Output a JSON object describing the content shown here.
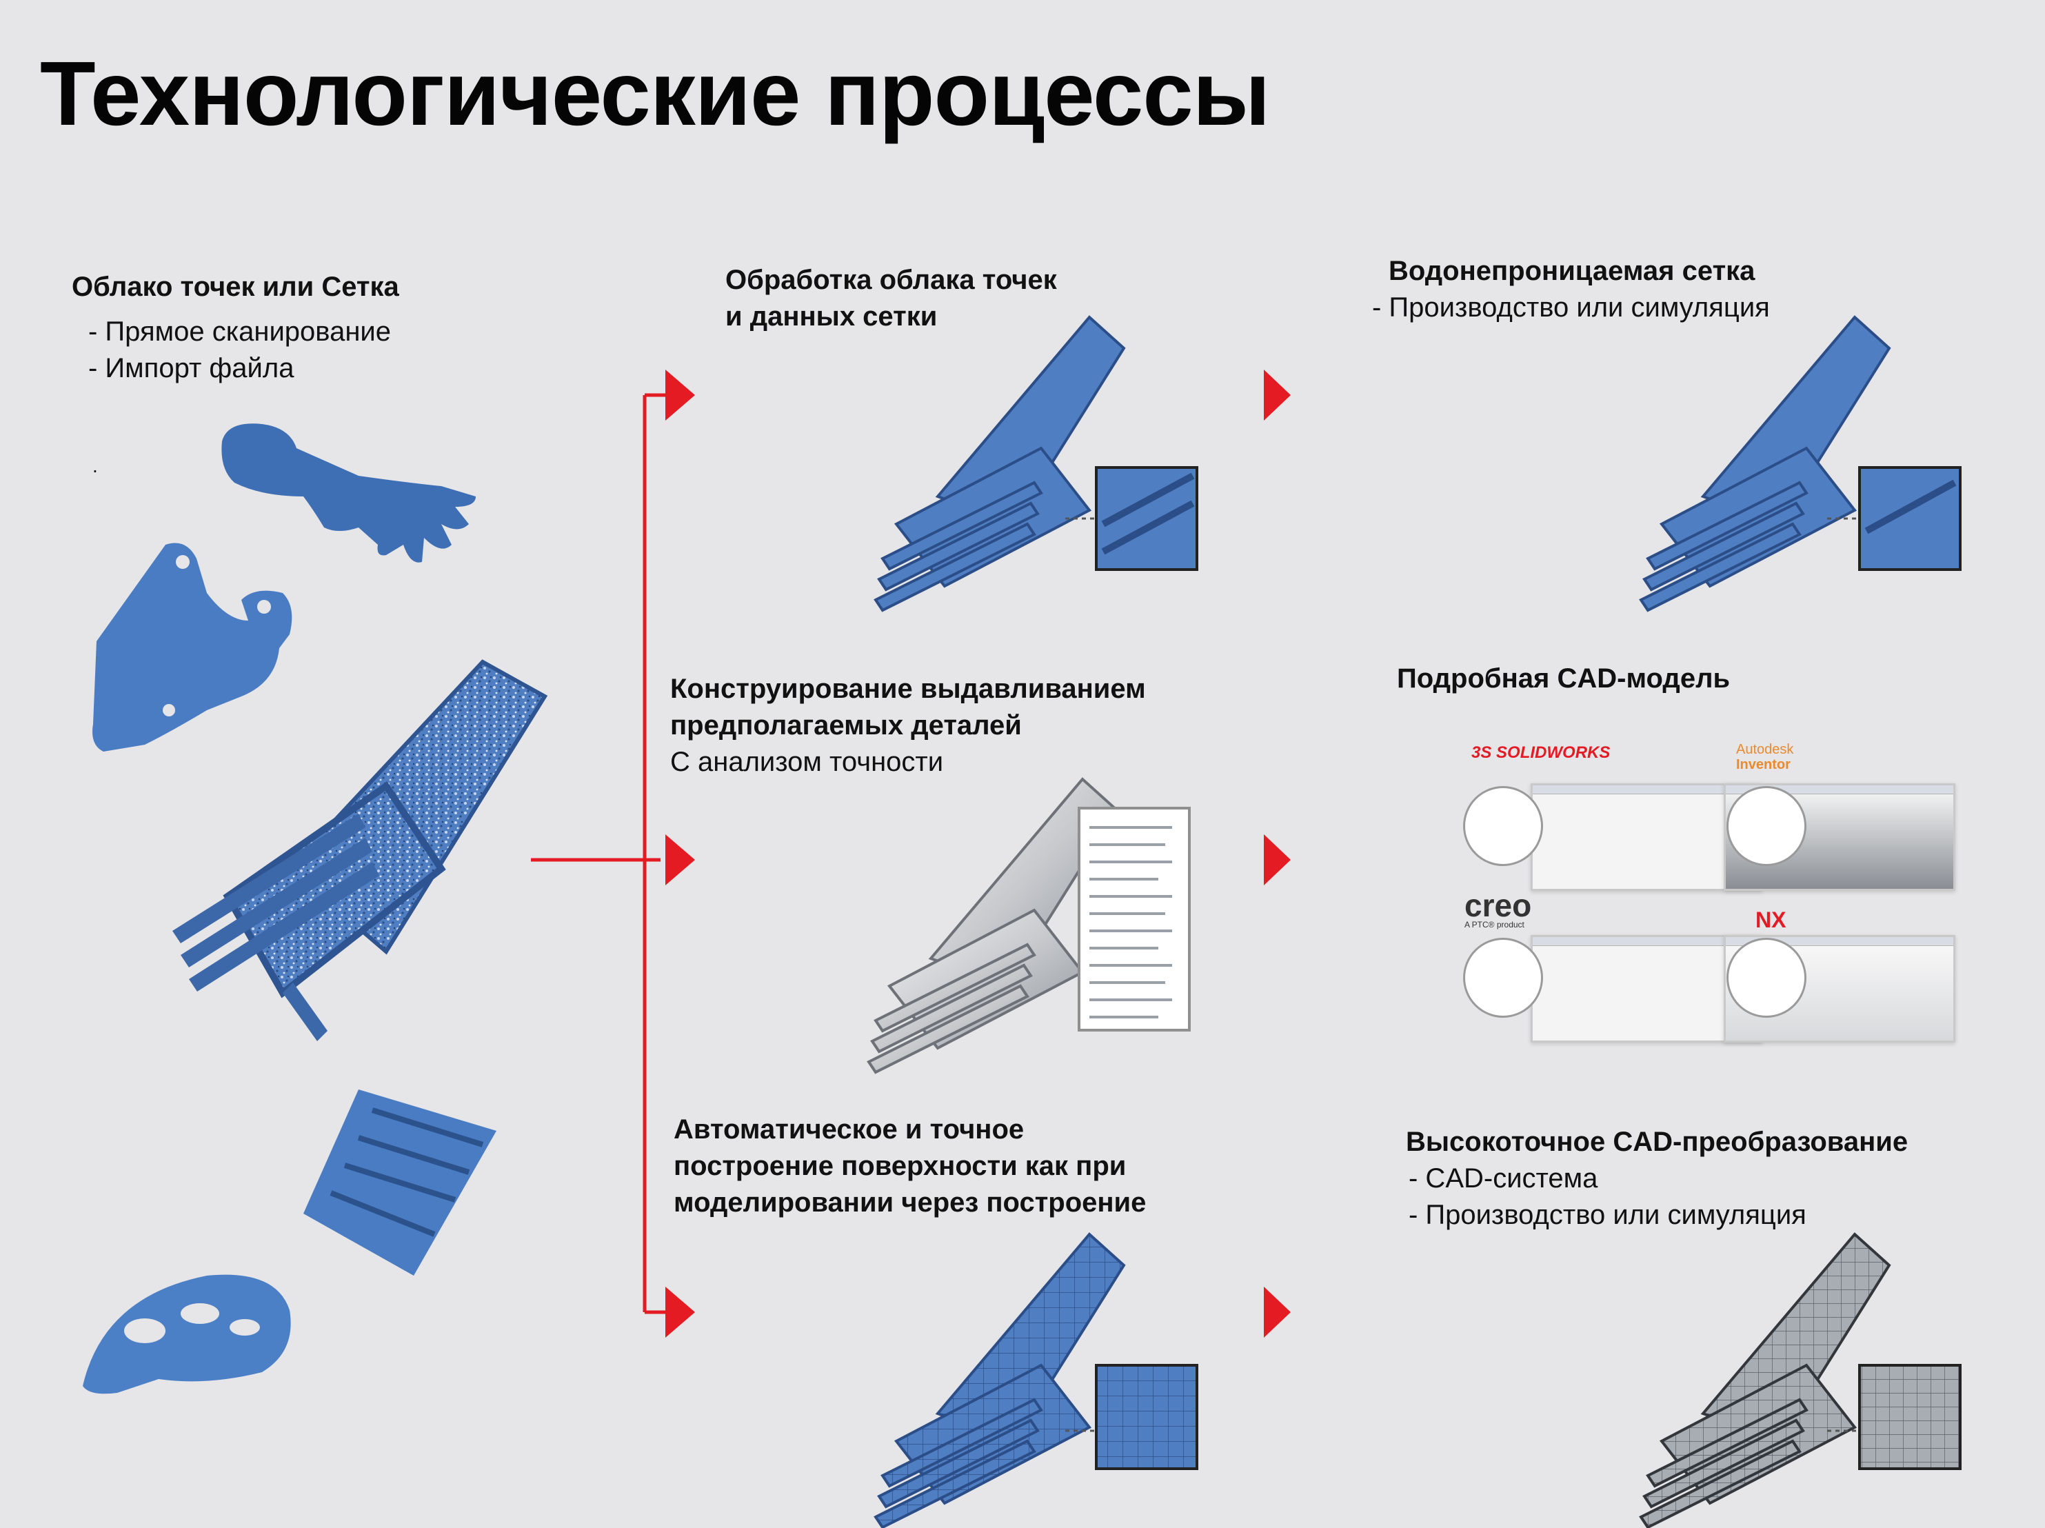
{
  "title": "Технологические процессы",
  "colors": {
    "accent": "#e41b23",
    "part_blue": "#4f7fc2",
    "part_grey": "#a9adb3",
    "background": "#e6e6e8"
  },
  "column1": {
    "heading": "Облако точек или Сетка",
    "lines": [
      "- Прямое сканирование",
      "- Импорт файла"
    ],
    "dot": "."
  },
  "steps": [
    {
      "heading_lines": [
        "Обработка облака точек",
        "и данных сетки"
      ],
      "lines": []
    },
    {
      "heading_lines": [
        "Конструирование выдавливанием",
        "предполагаемых деталей"
      ],
      "lines": [
        "С анализом точности"
      ]
    },
    {
      "heading_lines": [
        "Автоматическое и точное",
        "построение поверхности как при",
        "моделировании через построение"
      ],
      "lines": []
    }
  ],
  "results": [
    {
      "heading": "Водонепроницаемая сетка",
      "lines": [
        "- Производство или симуляция"
      ]
    },
    {
      "heading": "Подробная CAD-модель",
      "lines": []
    },
    {
      "heading": "Высокоточное CAD-преобразование",
      "lines": [
        "- CAD-система",
        "- Производство или симуляция"
      ]
    }
  ],
  "cad_logos": {
    "solidworks": "SOLIDWORKS",
    "solidworks_mark": "3S",
    "inventor_top": "Autodesk",
    "inventor_bottom": "Inventor",
    "creo": "creo",
    "creo_sub": "A PTC® product",
    "nx": "NX"
  },
  "icons": [
    "arm-scan-icon",
    "bracket-scan-icon",
    "turbine-blade-scan-icon",
    "tire-tread-scan-icon",
    "helmet-scan-icon",
    "flow-arrow-icon",
    "cad-screenshot-icon"
  ]
}
